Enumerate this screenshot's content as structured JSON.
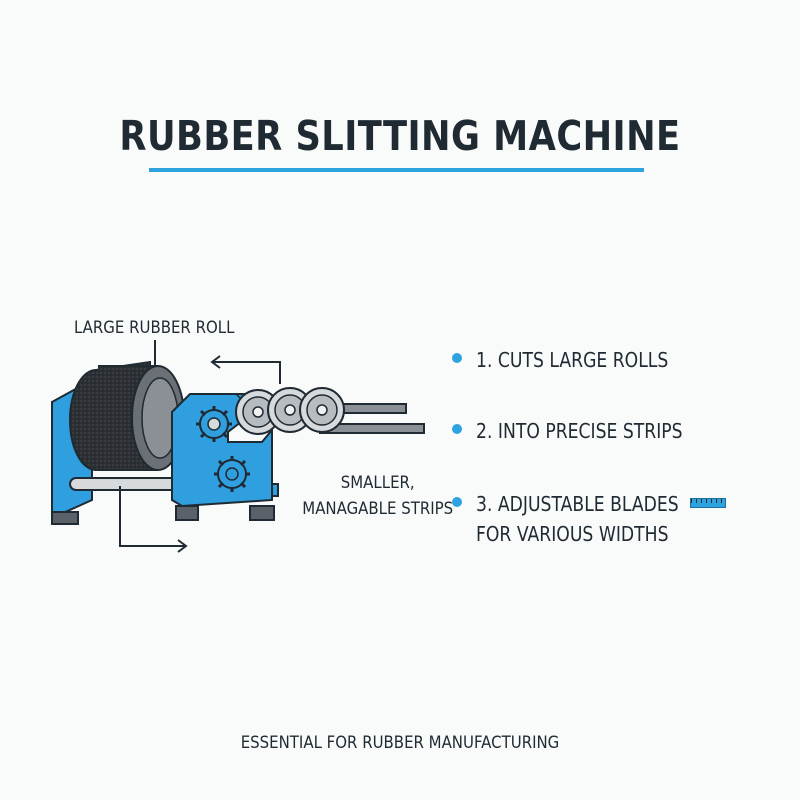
{
  "title": "RUBBER SLITTING MACHINE",
  "labels": {
    "roll": "LARGE RUBBER ROLL",
    "strips_line1": "SMALLER,",
    "strips_line2": "MANAGABLE STRIPS"
  },
  "features": [
    {
      "text": "1. CUTS LARGE ROLLS"
    },
    {
      "text": "2. INTO PRECISE STRIPS"
    },
    {
      "text_line1": "3. ADJUSTABLE BLADES",
      "text_line2": "FOR VARIOUS WIDTHS",
      "icon": "ruler-icon"
    }
  ],
  "footer": "ESSENTIAL FOR RUBBER MANUFACTURING",
  "colors": {
    "accent": "#2da3e0",
    "frame_blue": "#2f9fe0",
    "dark": "#1f2a33",
    "roll": "#2b2e31",
    "blade_gray": "#b7bcc0"
  }
}
